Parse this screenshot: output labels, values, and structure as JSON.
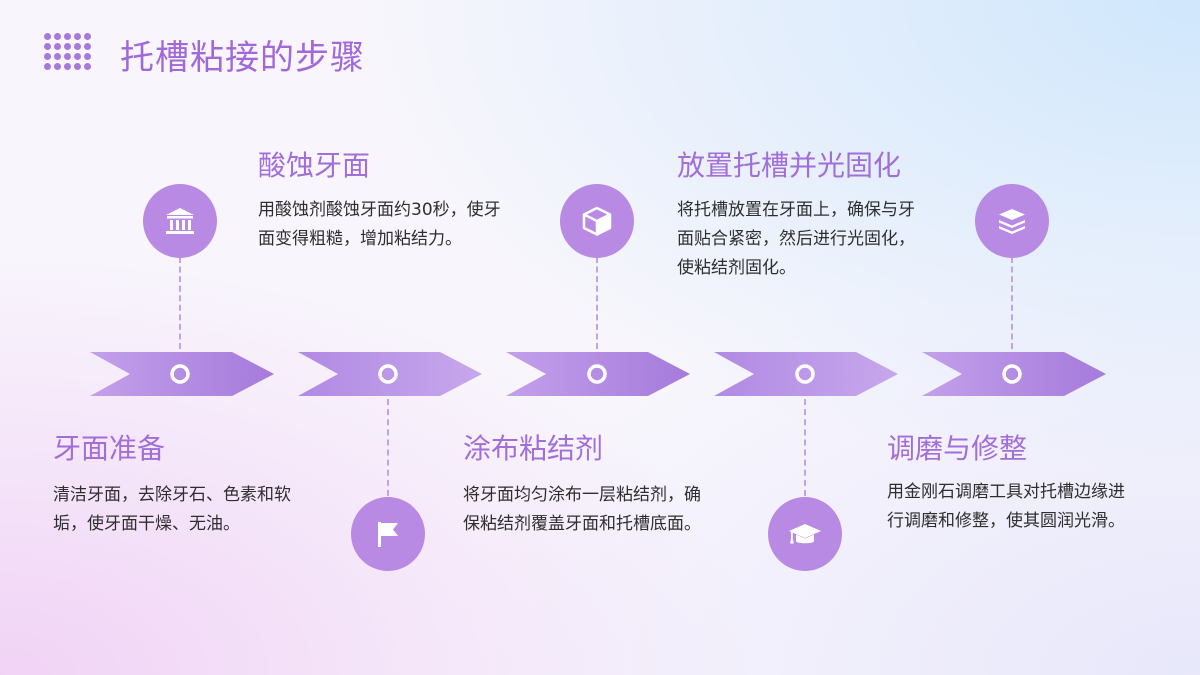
{
  "page": {
    "title": "托槽粘接的步骤"
  },
  "steps": [
    {
      "title": "牙面准备",
      "desc": "清洁牙面，去除牙石、色素和软垢，使牙面干燥、无油。",
      "icon": "flag-icon",
      "position": "below"
    },
    {
      "title": "酸蚀牙面",
      "desc": "用酸蚀剂酸蚀牙面约30秒，使牙面变得粗糙，增加粘结力。",
      "icon": "bank-icon",
      "position": "above"
    },
    {
      "title": "涂布粘结剂",
      "desc": "将牙面均匀涂布一层粘结剂，确保粘结剂覆盖牙面和托槽底面。",
      "icon": "cube-icon",
      "position": "below"
    },
    {
      "title": "放置托槽并光固化",
      "desc": "将托槽放置在牙面上，确保与牙面贴合紧密，然后进行光固化，使粘结剂固化。",
      "icon": "graduation-cap-icon",
      "position": "above"
    },
    {
      "title": "调磨与修整",
      "desc": "用金刚石调磨工具对托槽边缘进行调磨和修整，使其圆润光滑。",
      "icon": "layers-icon",
      "position": "below"
    }
  ],
  "colors": {
    "arrow_dark": "#a87bdf",
    "arrow_light": "#c29fe9",
    "circle": "#b88ae3",
    "title_accent": "#a068d8"
  }
}
